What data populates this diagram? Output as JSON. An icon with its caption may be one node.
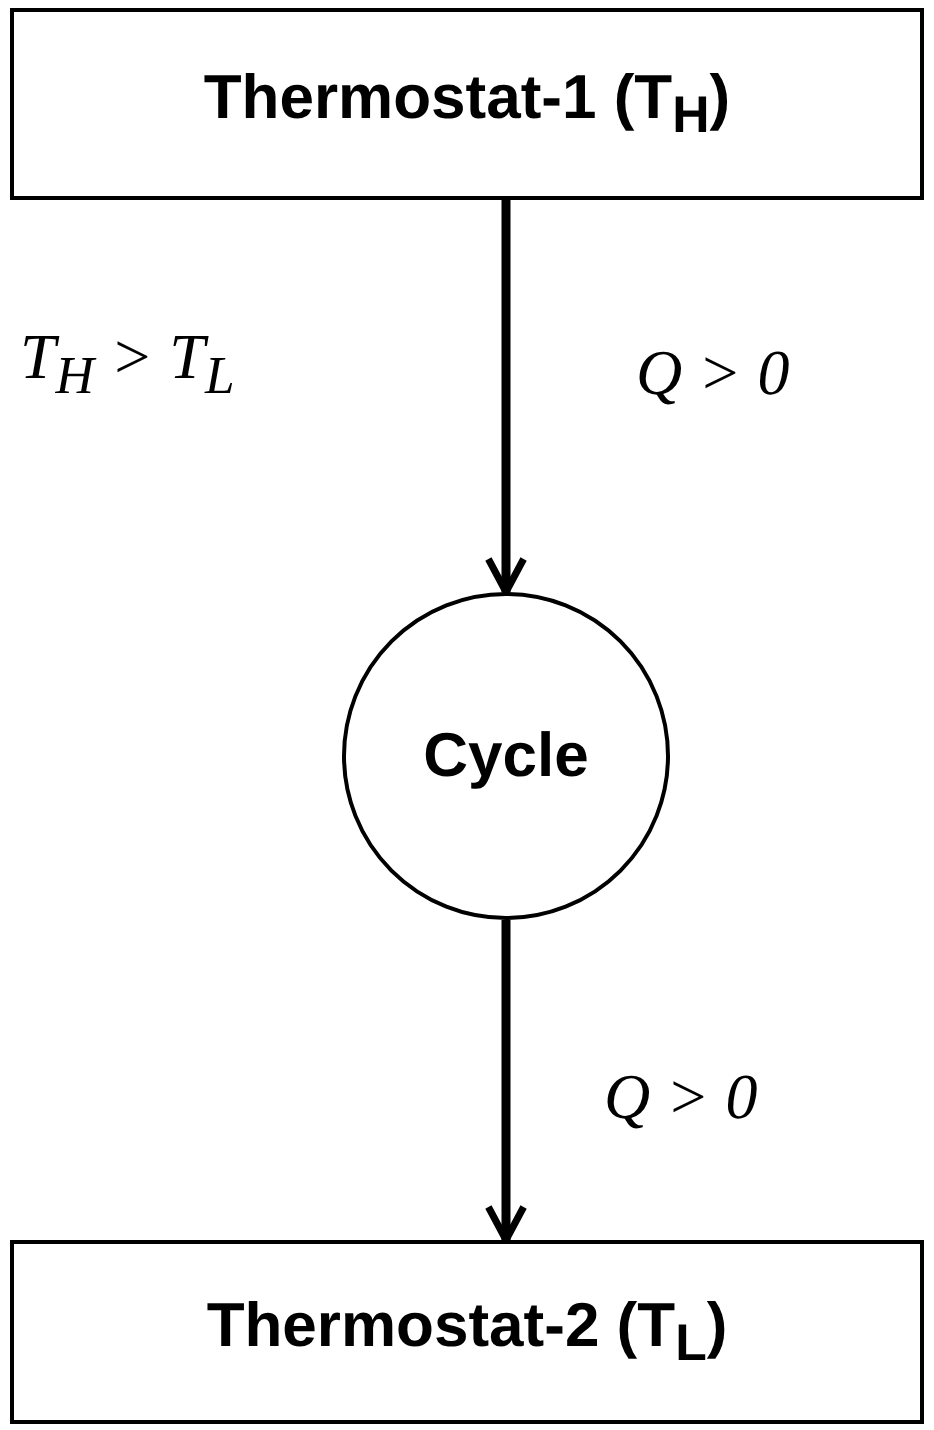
{
  "diagram": {
    "nodes": [
      {
        "text": [
          "Thermostat-1 (T$_{H}$)"
        ]
      },
      {
        "text": [
          "Cycle"
        ]
      },
      {
        "text": [
          "Thermostat-2 (T$_{L}$)"
        ]
      }
    ],
    "edges": [
      {
        "from": 0,
        "to": 1,
        "arrow": "to",
        "label": "Q > 0"
      },
      {
        "from": 1,
        "to": 2,
        "arrow": "to",
        "label": "Q > 0"
      }
    ],
    "labels": [
      "T$_{H}$ > T$_{L}$"
    ]
  }
}
